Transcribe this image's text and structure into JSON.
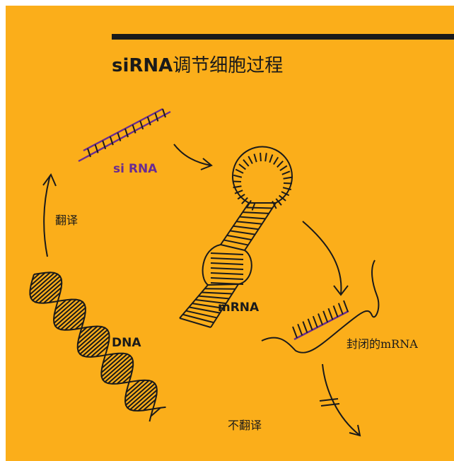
{
  "title": {
    "en": "siRNA",
    "cn": "调节细胞过程"
  },
  "labels": {
    "sirna": "si RNA",
    "mrna": "mRNA",
    "dna": "DNA",
    "translation": "翻译",
    "blocked_mrna": "封闭的mRNA",
    "no_translation": "不翻译"
  },
  "colors": {
    "background": "#FBAE1A",
    "ink": "#1a1a1a",
    "sirna": "#6A2C91"
  },
  "icons": [
    "arrow-icon",
    "blocked-arrow-icon"
  ]
}
